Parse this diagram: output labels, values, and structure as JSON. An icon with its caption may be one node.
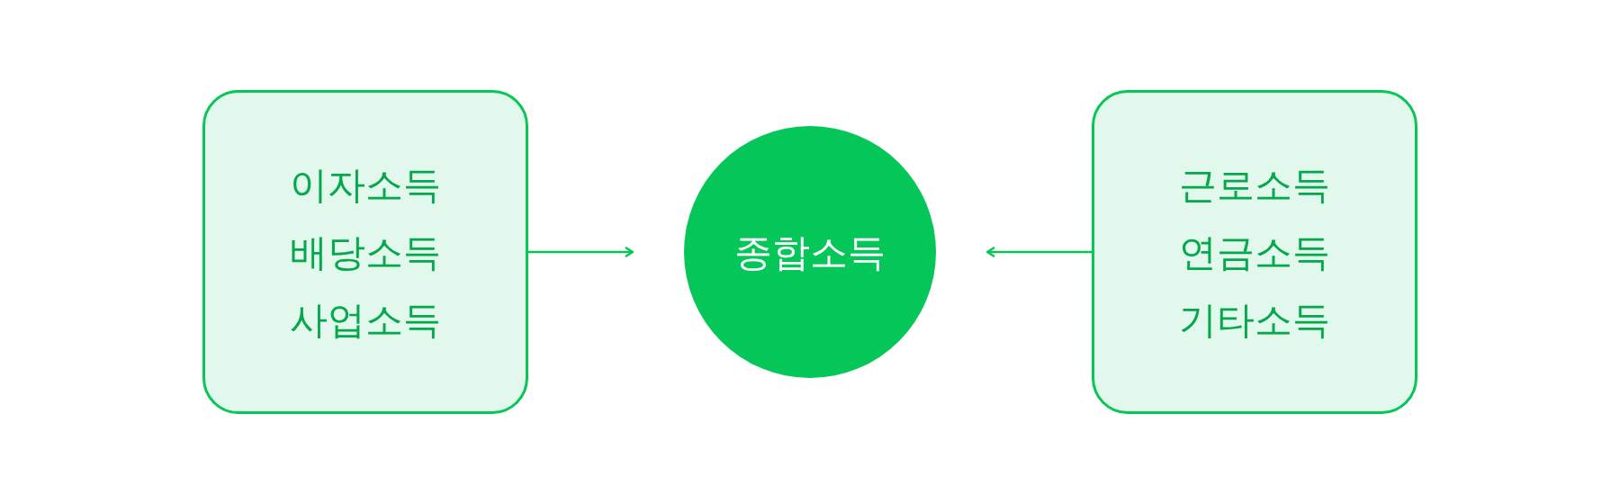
{
  "diagram": {
    "nodes": [
      {
        "text": [
          "이자소득",
          "배당소득",
          "사업소득"
        ]
      },
      {
        "text": [
          "종합소득"
        ]
      },
      {
        "text": [
          "근로소득",
          "연금소득",
          "기타소득"
        ]
      }
    ],
    "edges": [
      {
        "from": 0,
        "to": 1,
        "arrow": "to"
      },
      {
        "from": 2,
        "to": 1,
        "arrow": "to"
      }
    ]
  }
}
